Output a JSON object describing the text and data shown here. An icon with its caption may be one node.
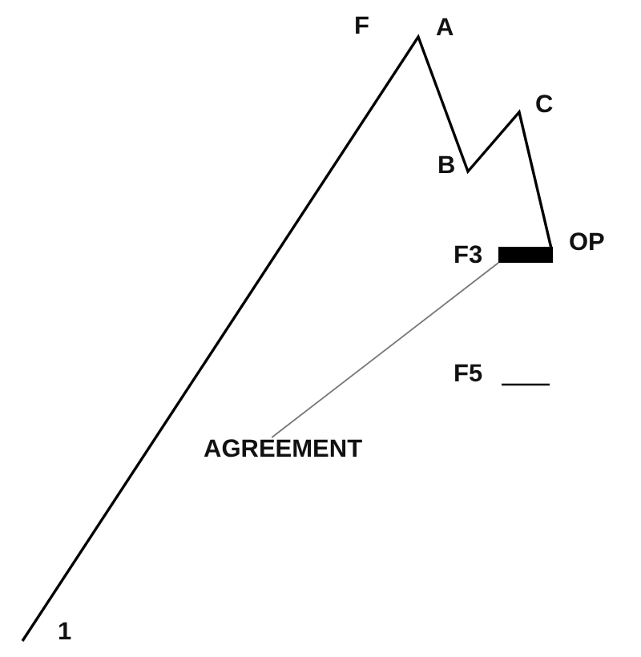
{
  "diagram": {
    "nodes": [
      {
        "text": [
          "AGREEMENT"
        ]
      },
      {
        "text": [],
        "shape": "bar"
      }
    ],
    "edges": [
      {
        "from": 0,
        "to": 1,
        "arrow": "none"
      }
    ],
    "labels": [
      "F",
      "A",
      "C",
      "B",
      "F3",
      "OP",
      "F5",
      "1"
    ]
  }
}
